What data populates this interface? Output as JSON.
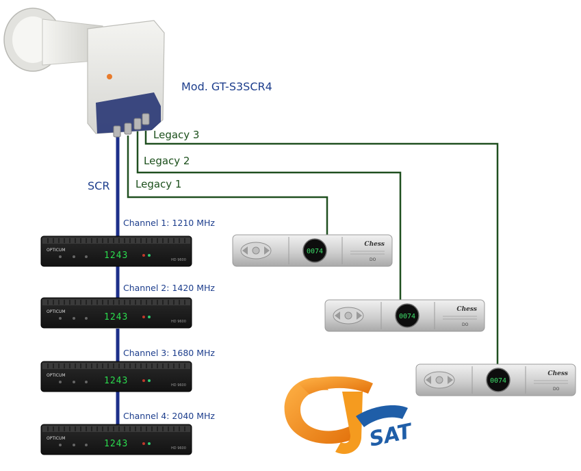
{
  "diagram": {
    "model_label": "Mod. GT-S3SCR4",
    "scr_label": "SCR",
    "legacy_labels": [
      "Legacy 3",
      "Legacy 2",
      "Legacy 1"
    ],
    "channels": [
      "Channel 1: 1210 MHz",
      "Channel 2: 1420 MHz",
      "Channel 3: 1680 MHz",
      "Channel 4: 2040 MHz"
    ],
    "scr_receivers": {
      "brand": "OPTICUM",
      "display": "1243",
      "model": "HD 9600"
    },
    "legacy_receivers": {
      "brand": "Chess",
      "display": "0074",
      "model": "DO"
    },
    "logo_text": "SAT",
    "colors": {
      "scr_cable": "#1c2f8a",
      "legacy_cable": "#1f4f1f",
      "label_blue": "#1c3d8c",
      "label_green": "#1b4f1b",
      "logo_orange": "#f08c12",
      "logo_blue": "#1f5ea8"
    }
  }
}
